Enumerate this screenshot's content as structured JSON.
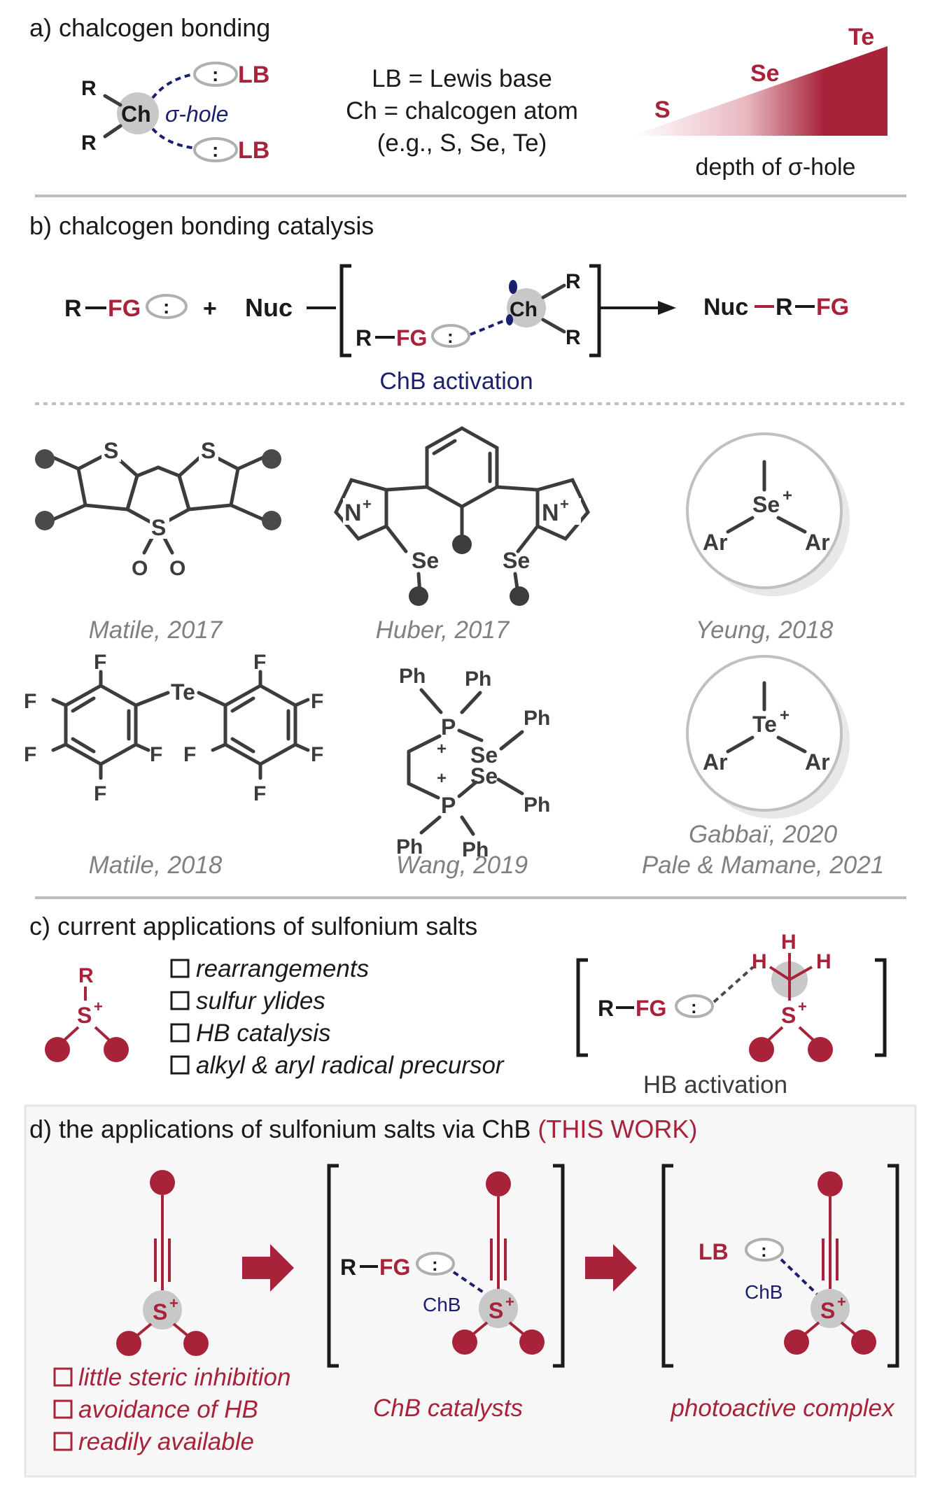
{
  "colors": {
    "red": "#a8233a",
    "navy": "#1a1f6e",
    "grey": "#808080",
    "dark": "#3c3c3c",
    "panel": "#f7f7f7"
  },
  "section_a": {
    "heading": "a) chalcogen bonding",
    "r": "R",
    "ch": "Ch",
    "lb": "LB",
    "sigma_hole": "σ-hole",
    "legend": [
      "LB = Lewis base",
      "Ch = chalcogen atom",
      "(e.g., S, Se, Te)"
    ],
    "gradient_labels": [
      "S",
      "Se",
      "Te"
    ],
    "gradient_caption": "depth of σ-hole"
  },
  "section_b": {
    "heading": "b) chalcogen bonding catalysis",
    "r": "R",
    "fg": "FG",
    "plus": "+",
    "nuc": "Nuc",
    "ch": "Ch",
    "activation": "ChB activation",
    "catalysts": [
      {
        "ref": "Matile, 2017"
      },
      {
        "ref": "Huber, 2017"
      },
      {
        "ref": "Yeung, 2018"
      },
      {
        "ref": "Matile, 2018"
      },
      {
        "ref": "Wang, 2019"
      },
      {
        "ref": "Gabbaï, 2020"
      },
      {
        "ref": "Pale & Mamane, 2021"
      }
    ],
    "atoms": {
      "s": "S",
      "o": "O",
      "se": "Se",
      "te": "Te",
      "n": "N",
      "p": "P",
      "f": "F",
      "ph": "Ph",
      "ar": "Ar",
      "plus": "+"
    }
  },
  "section_c": {
    "heading": "c) current applications of sulfonium salts",
    "items": [
      "rearrangements",
      "sulfur ylides",
      "HB catalysis",
      "alkyl & aryl radical precursor"
    ],
    "r": "R",
    "s": "S",
    "plus": "+",
    "h": "H",
    "fg": "FG",
    "activation": "HB activation"
  },
  "section_d": {
    "heading": "d) the applications of sulfonium salts via ChB",
    "heading_highlight": "(THIS WORK)",
    "features": [
      "little steric inhibition",
      "avoidance of HB",
      "readily available"
    ],
    "catalysts_label": "ChB catalysts",
    "complex_label": "photoactive complex",
    "chb": "ChB",
    "r": "R",
    "fg": "FG",
    "lb": "LB",
    "s": "S",
    "plus": "+"
  }
}
